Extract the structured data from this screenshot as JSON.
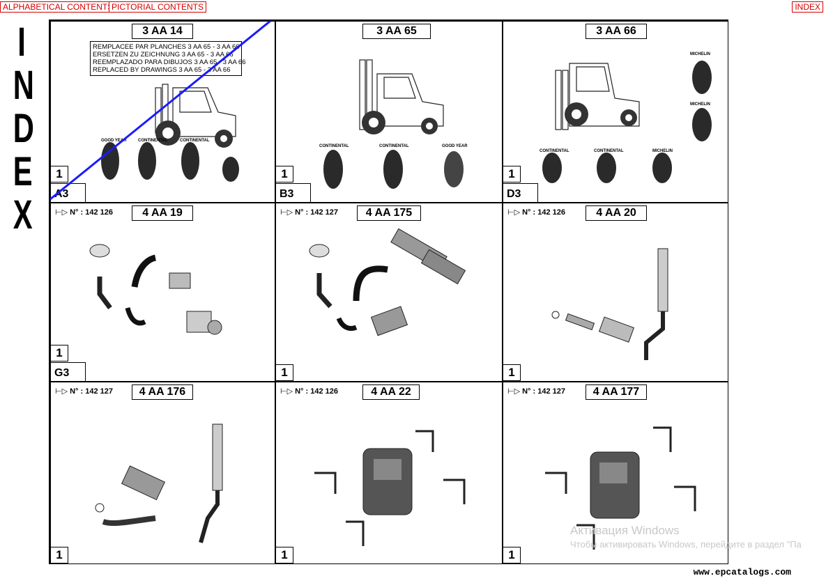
{
  "nav": {
    "alphabetical": "ALPHABETICAL CONTENTS",
    "pictorial": "PICTORIAL CONTENTS",
    "index": "INDEX"
  },
  "side_title": [
    "I",
    "N",
    "D",
    "E",
    "X"
  ],
  "panels": [
    {
      "title": "3 AA 14",
      "version": "1",
      "locator": "A3",
      "serial": ""
    },
    {
      "title": "3 AA 65",
      "version": "1",
      "locator": "B3",
      "serial": ""
    },
    {
      "title": "3 AA 66",
      "version": "1",
      "locator": "D3",
      "serial": ""
    },
    {
      "title": "4 AA 19",
      "version": "1",
      "locator": "G3",
      "serial": "N° : 142 126"
    },
    {
      "title": "4 AA 175",
      "version": "1",
      "locator": "",
      "serial": "N° : 142 127"
    },
    {
      "title": "4 AA 20",
      "version": "1",
      "locator": "",
      "serial": "N° : 142 126"
    },
    {
      "title": "4 AA 176",
      "version": "1",
      "locator": "",
      "serial": "N° : 142 127"
    },
    {
      "title": "4 AA 22",
      "version": "1",
      "locator": "",
      "serial": "N° : 142 126"
    },
    {
      "title": "4 AA 177",
      "version": "1",
      "locator": "",
      "serial": "N° : 142 127"
    }
  ],
  "replaced_notice": [
    "REMPLACEE PAR PLANCHES 3 AA 65 - 3 AA 66",
    "ERSETZEN ZU ZEICHNUNG 3 AA 65 - 3 AA 66",
    "REEMPLAZADO PARA DIBUJOS 3 AA 65 - 3 AA 66",
    "REPLACED BY DRAWINGS 3 AA 65 - 3 AA 66"
  ],
  "tire_labels": {
    "p1": [
      "GOOD YEAR",
      "CONTINENTAL",
      "CONTINENTAL"
    ],
    "p2": [
      "CONTINENTAL",
      "CONTINENTAL",
      "GOOD YEAR"
    ],
    "p3": [
      "CONTINENTAL",
      "CONTINENTAL",
      "MICHELIN",
      "MICHELIN",
      "MICHELIN"
    ]
  },
  "watermark": {
    "title": "Активация Windows",
    "subtitle": "Чтобы активировать Windows, перейдите в раздел \"Па"
  },
  "site": "www.epcatalogs.com",
  "colors": {
    "nav_red": "#d40000",
    "strike_line": "#1a1aff"
  }
}
